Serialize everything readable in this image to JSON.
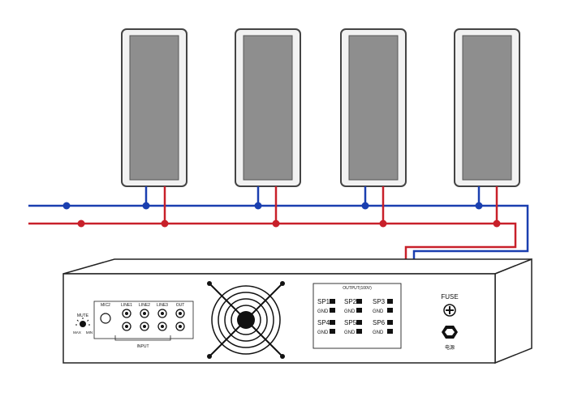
{
  "speakers": [
    {
      "id": "speaker-1"
    },
    {
      "id": "speaker-2"
    },
    {
      "id": "speaker-3"
    },
    {
      "id": "speaker-4"
    }
  ],
  "wiring": {
    "blue_color": "#1a3fb0",
    "red_color": "#c8202a"
  },
  "amplifier": {
    "mute_label": "MUTE",
    "max_label": "MAX",
    "min_label": "MIN",
    "mic_label": "MIC2",
    "line_labels": [
      "LINE1",
      "LINE2",
      "LINE3",
      "OUT"
    ],
    "input_label": "INPUT",
    "output_title": "OUTPUT(100V)",
    "terminals": [
      {
        "label": "SP1"
      },
      {
        "label": "SP2"
      },
      {
        "label": "SP3"
      },
      {
        "label": "SP4"
      },
      {
        "label": "SP5"
      },
      {
        "label": "SP6"
      }
    ],
    "gnd_label": "GND",
    "fuse_label": "FUSE",
    "power_label": "电源"
  }
}
